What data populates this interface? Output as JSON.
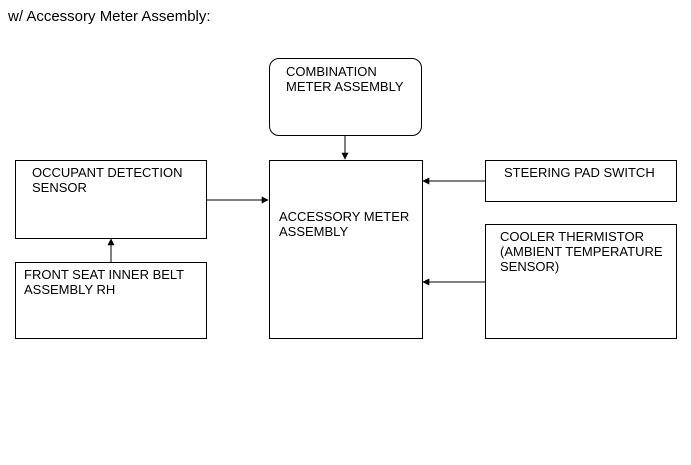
{
  "caption": "w/ Accessory Meter Assembly:",
  "nodes": {
    "combination_meter": "COMBINATION\nMETER ASSEMBLY",
    "occupant_sensor": "OCCUPANT DETECTION\nSENSOR",
    "front_seat_belt": "FRONT SEAT INNER BELT\nASSEMBLY RH",
    "accessory_meter": "ACCESSORY METER\nASSEMBLY",
    "steering_pad_switch": "STEERING PAD SWITCH",
    "cooler_thermistor": "COOLER THERMISTOR\n(AMBIENT TEMPERATURE\nSENSOR)"
  },
  "colors": {
    "line": "#000000",
    "background": "#ffffff"
  }
}
